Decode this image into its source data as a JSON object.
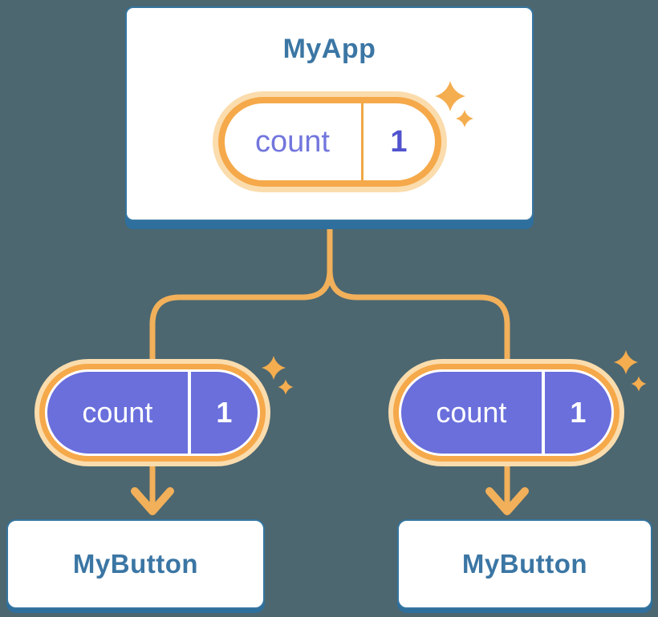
{
  "diagram": {
    "description": "React component tree: parent state passed down as props",
    "root": {
      "title": "MyApp",
      "state": {
        "name": "count",
        "value": "1"
      }
    },
    "children": [
      {
        "title": "MyButton",
        "prop": {
          "name": "count",
          "value": "1"
        }
      },
      {
        "title": "MyButton",
        "prop": {
          "name": "count",
          "value": "1"
        }
      }
    ],
    "colors": {
      "background": "#4c6770",
      "card_border_blue": "#35759f",
      "card_shadow_blue": "#2e6f9e",
      "component_text_blue": "#3b76a4",
      "connector_orange": "#f2b05a",
      "pill_ring_orange": "#f5a94a",
      "pill_halo_orange": "#fbdcad",
      "pill_divider_orange": "#f0a844",
      "sparkle_orange": "#f4ad4f",
      "state_fill_purple": "#6a6fdc",
      "state_name_purple": "#7276dd",
      "state_value_purple": "#5153ce"
    }
  }
}
